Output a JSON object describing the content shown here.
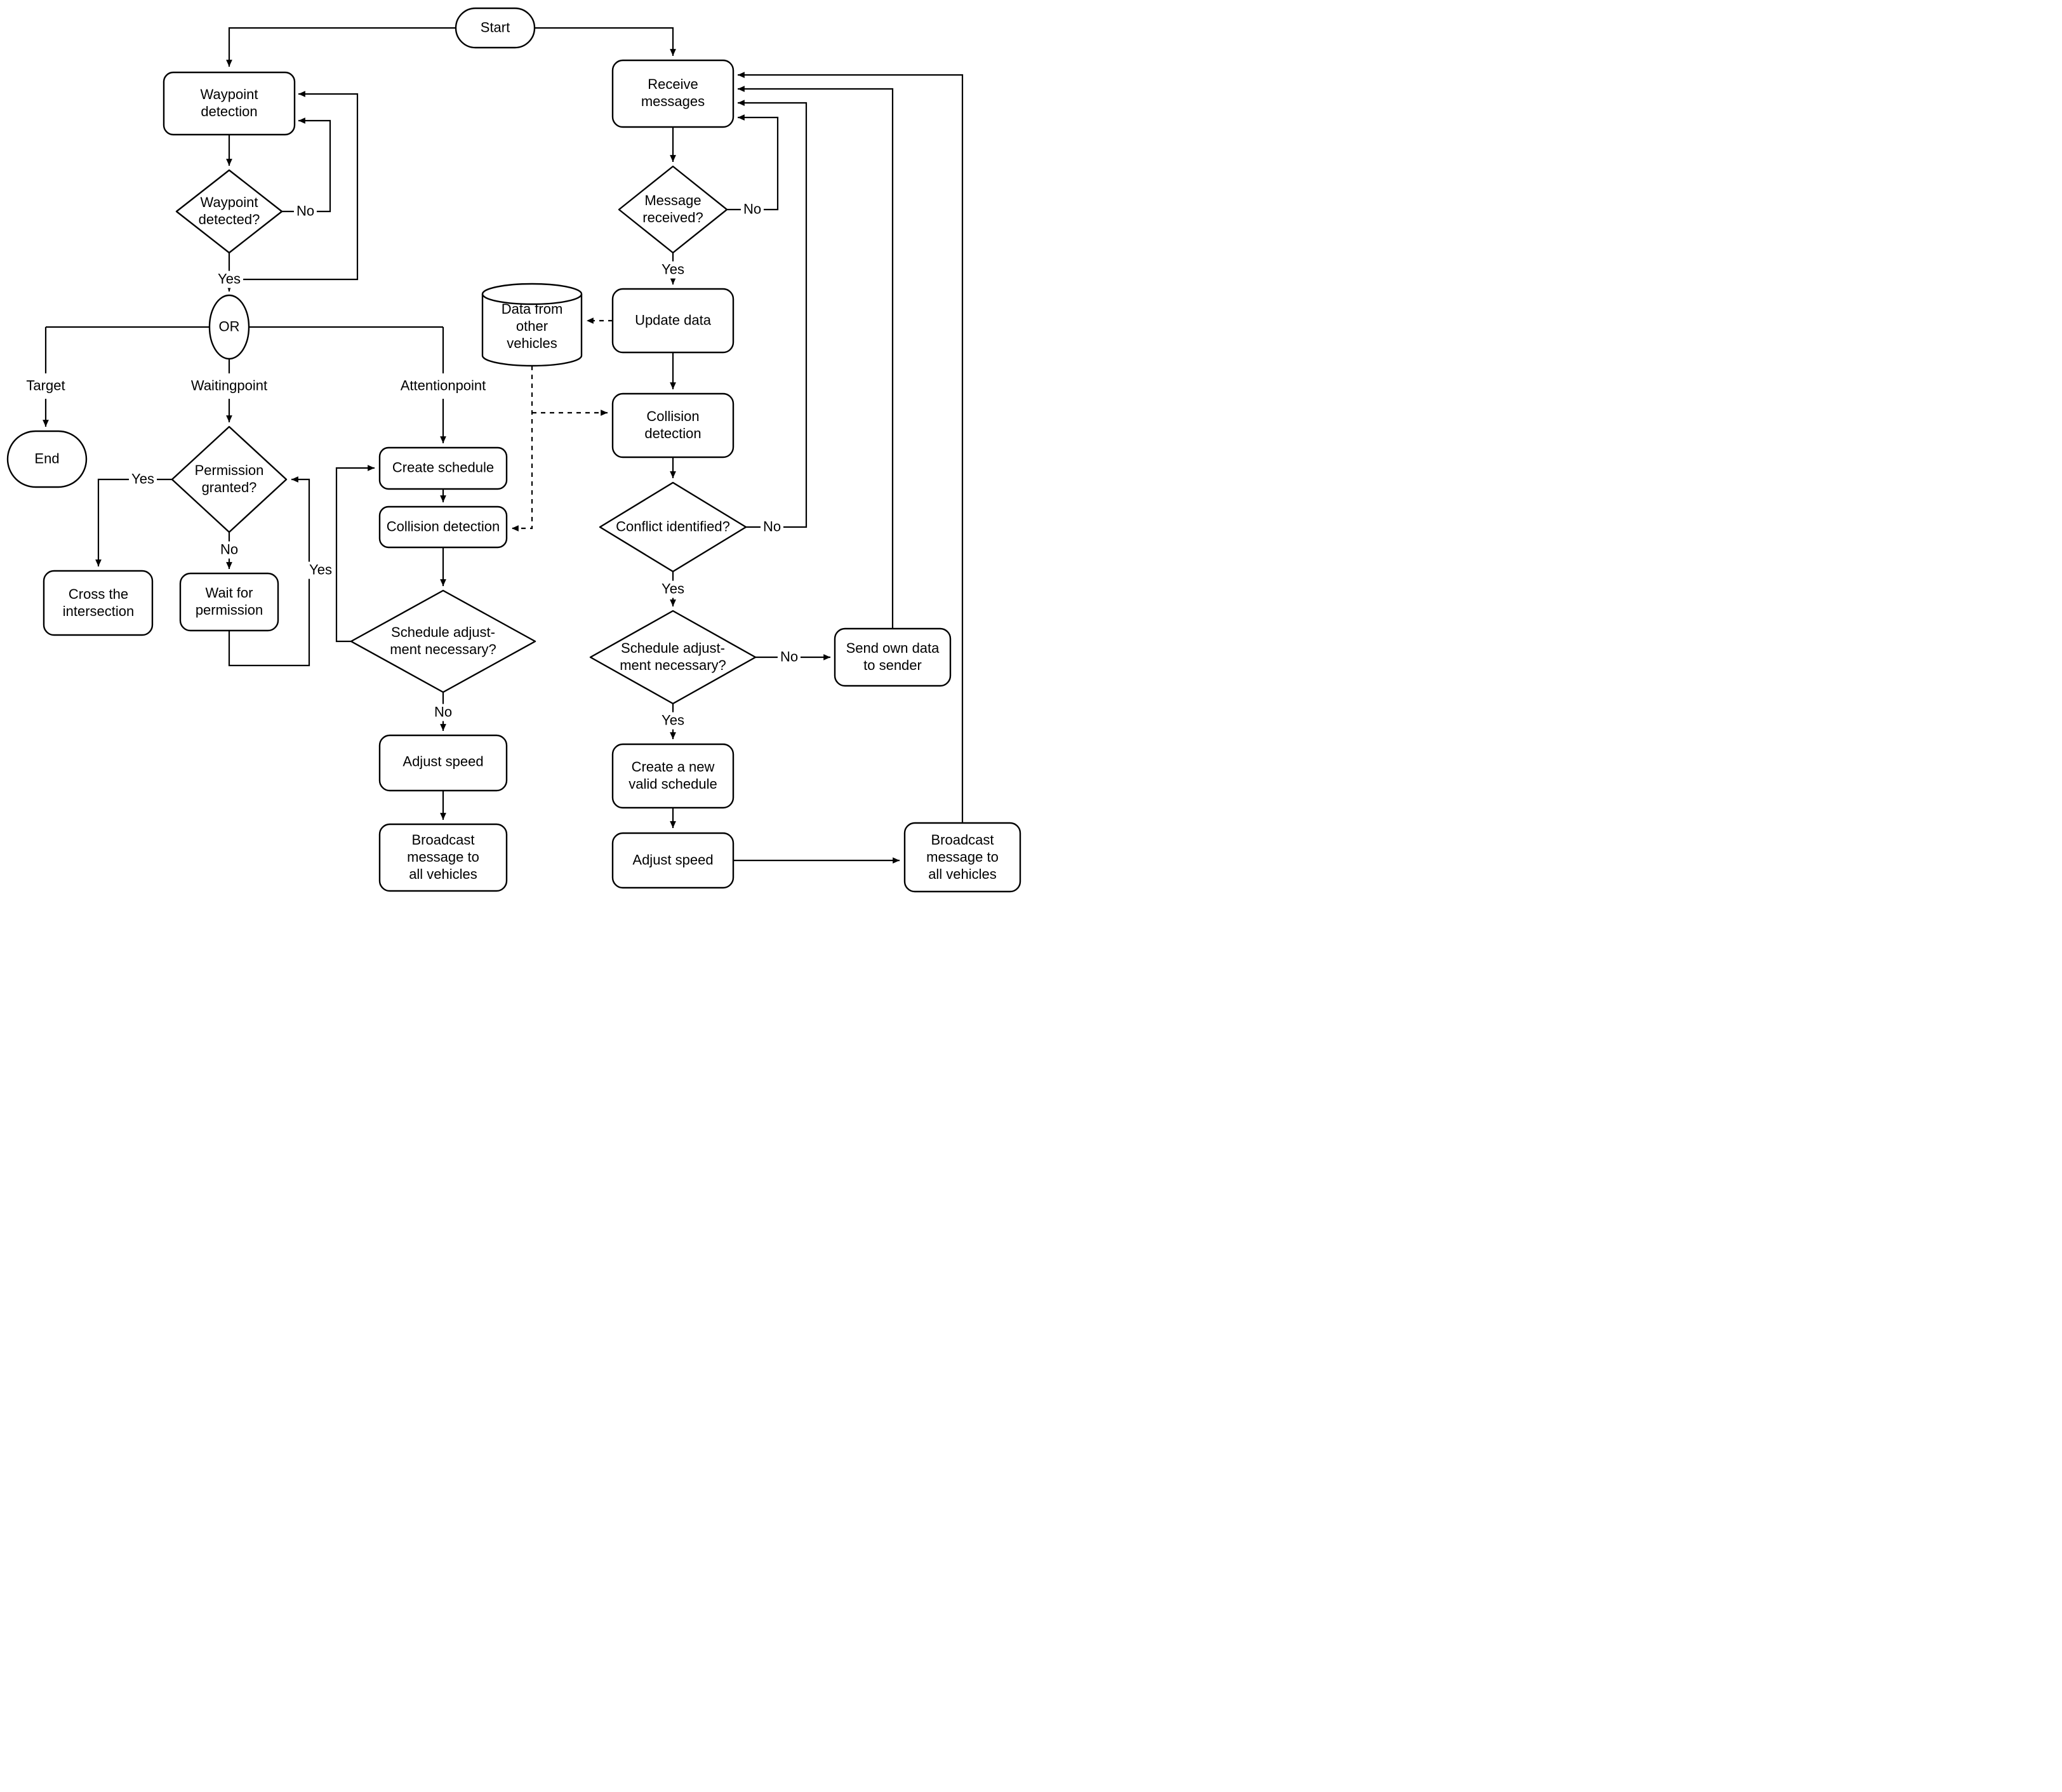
{
  "diagram": {
    "nodes": {
      "start": "Start",
      "waypoint_detection": "Waypoint detection",
      "waypoint_detected": "Waypoint detected?",
      "or_connector": "OR",
      "end": "End",
      "permission_granted": "Permission granted?",
      "cross_intersection": "Cross the intersection",
      "wait_for_permission": "Wait for permission",
      "create_schedule": "Create schedule",
      "collision_detection_left": "Collision detection",
      "schedule_adjustment_left": "Schedule adjust-\nment necessary?",
      "adjust_speed_left": "Adjust speed",
      "broadcast_left": "Broadcast message to all vehicles",
      "data_store": "Data from other vehicles",
      "receive_messages": "Receive messages",
      "message_received": "Message received?",
      "update_data": "Update data",
      "collision_detection_right": "Collision detection",
      "conflict_identified": "Conflict identified?",
      "schedule_adjustment_right": "Schedule adjust-\nment necessary?",
      "send_own_data": "Send own data to sender",
      "create_new_schedule": "Create a new valid schedule",
      "adjust_speed_right": "Adjust speed",
      "broadcast_right": "Broadcast message to all vehicles"
    },
    "labels": {
      "yes": "Yes",
      "no": "No",
      "target": "Target",
      "waitingpoint": "Waitingpoint",
      "attentionpoint": "Attentionpoint"
    },
    "colors": {
      "stroke": "#000000",
      "fill": "#ffffff"
    }
  }
}
